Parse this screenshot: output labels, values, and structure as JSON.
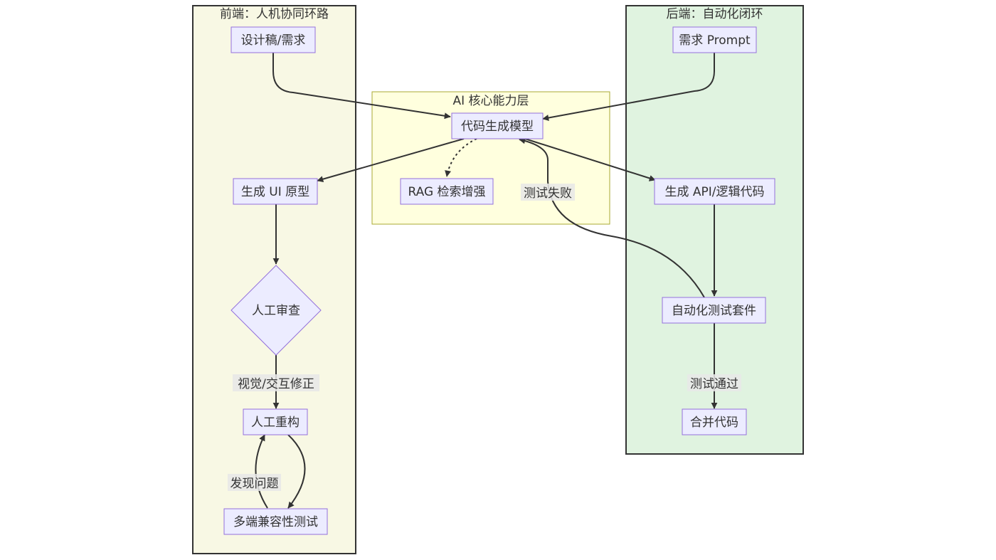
{
  "subgraphs": {
    "frontend": {
      "title": "前端：人机协同环路",
      "fill": "#f8f8e4",
      "stroke": "#333333"
    },
    "core": {
      "title": "AI 核心能力层",
      "fill": "#ffffde",
      "stroke": "#aaaa33"
    },
    "backend": {
      "title": "后端：自动化闭环",
      "fill": "#e0f3e0",
      "stroke": "#333333"
    }
  },
  "nodes": {
    "design": {
      "label": "设计稿/需求",
      "shape": "rect"
    },
    "gen_ui": {
      "label": "生成 UI 原型",
      "shape": "rect"
    },
    "review": {
      "label": "人工审查",
      "shape": "diamond"
    },
    "refactor": {
      "label": "人工重构",
      "shape": "rect"
    },
    "compat_test": {
      "label": "多端兼容性测试",
      "shape": "rect"
    },
    "codegen": {
      "label": "代码生成模型",
      "shape": "rect"
    },
    "rag": {
      "label": "RAG 检索增强",
      "shape": "rect"
    },
    "prompt": {
      "label": "需求 Prompt",
      "shape": "rect"
    },
    "gen_api": {
      "label": "生成 API/逻辑代码",
      "shape": "rect"
    },
    "auto_test": {
      "label": "自动化测试套件",
      "shape": "rect"
    },
    "merge": {
      "label": "合并代码",
      "shape": "rect"
    }
  },
  "edges": [
    {
      "from": "design",
      "to": "codegen",
      "label": ""
    },
    {
      "from": "prompt",
      "to": "codegen",
      "label": ""
    },
    {
      "from": "codegen",
      "to": "rag",
      "label": "",
      "style": "dotted"
    },
    {
      "from": "codegen",
      "to": "gen_ui",
      "label": ""
    },
    {
      "from": "codegen",
      "to": "gen_api",
      "label": ""
    },
    {
      "from": "gen_ui",
      "to": "review",
      "label": ""
    },
    {
      "from": "review",
      "to": "refactor",
      "label": "视觉/交互修正"
    },
    {
      "from": "refactor",
      "to": "compat_test",
      "label": ""
    },
    {
      "from": "compat_test",
      "to": "refactor",
      "label": "发现问题"
    },
    {
      "from": "gen_api",
      "to": "auto_test",
      "label": ""
    },
    {
      "from": "auto_test",
      "to": "merge",
      "label": "测试通过"
    },
    {
      "from": "auto_test",
      "to": "codegen",
      "label": "测试失败"
    }
  ],
  "colors": {
    "node_fill": "#ececff",
    "node_stroke": "#9370db",
    "edge": "#333333",
    "label_bg": "#e8e8e8"
  }
}
